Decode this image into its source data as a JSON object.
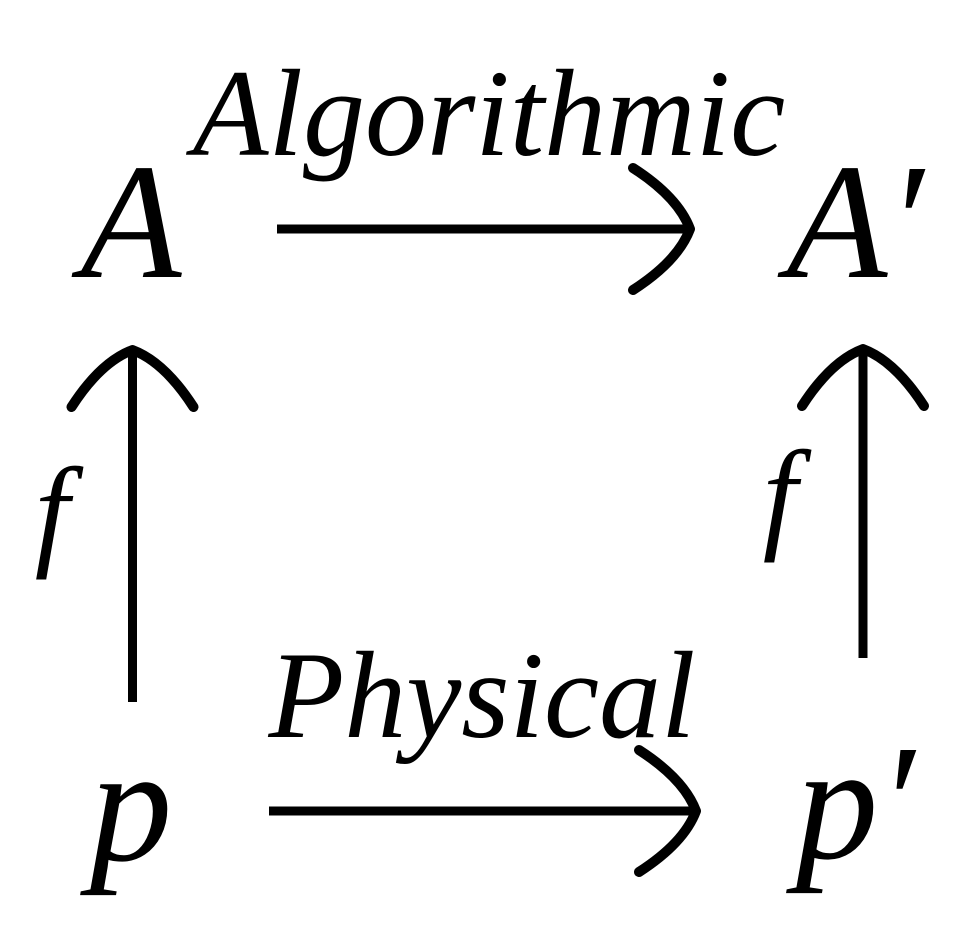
{
  "diagram": {
    "background_color": "#ffffff",
    "ink_color": "#000000",
    "nodes": {
      "top_left": "A",
      "top_right": "A′",
      "bottom_left": "p",
      "bottom_right": "p′"
    },
    "edges": {
      "top": {
        "label": "Algorithmic"
      },
      "bottom": {
        "label": "Physical"
      },
      "left": {
        "label": "f"
      },
      "right": {
        "label": "f"
      }
    }
  }
}
